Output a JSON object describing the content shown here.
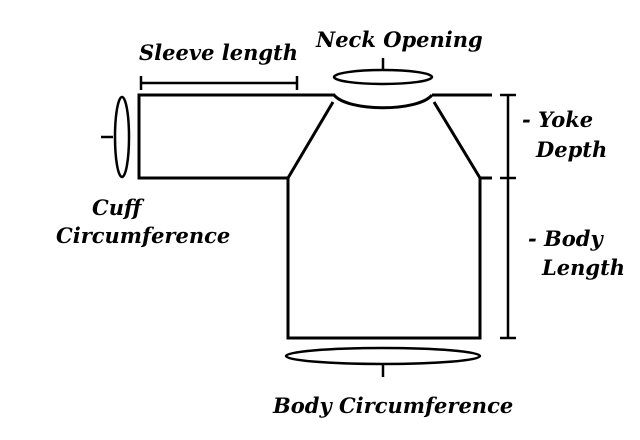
{
  "diagram": {
    "labels": {
      "sleeve_length": "Sleeve length",
      "neck_opening": "Neck Opening",
      "yoke_line1": "- Yoke",
      "yoke_line2": "Depth",
      "cuff_line1": "Cuff",
      "cuff_line2": "Circumference",
      "body_line1": "- Body",
      "body_line2": "Length",
      "body_circumference": "Body Circumference"
    },
    "colors": {
      "stroke": "#000000",
      "background": "#ffffff"
    }
  }
}
